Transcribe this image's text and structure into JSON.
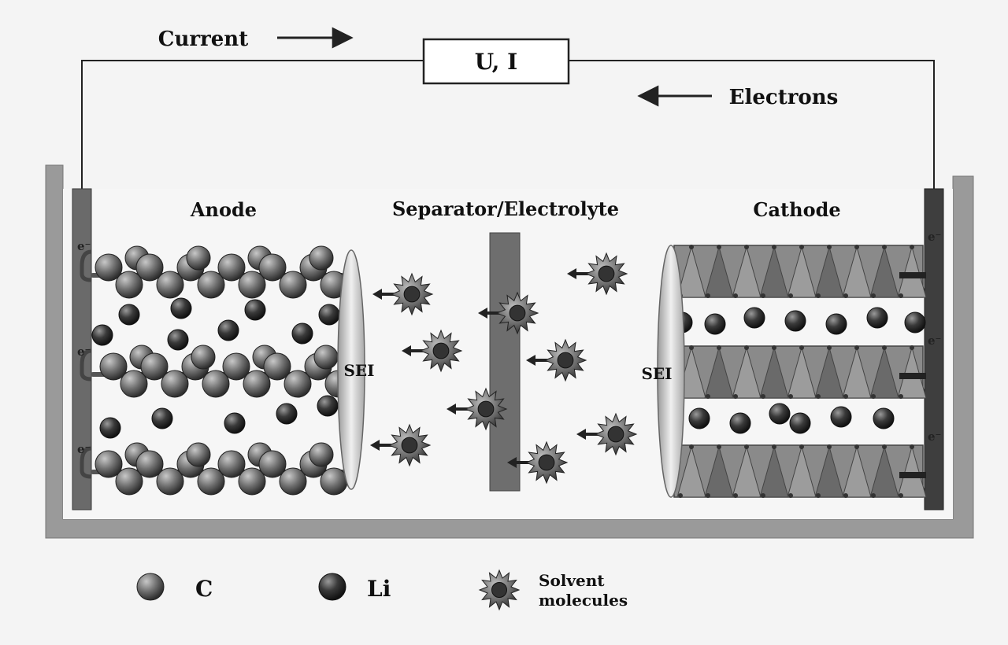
{
  "circuit": {
    "current_label": "Current",
    "meter_label": "U, I",
    "electrons_label": "Electrons"
  },
  "cell": {
    "anode_label": "Anode",
    "separator_label": "Separator/Electrolyte",
    "cathode_label": "Cathode",
    "sei_left_label": "SEI",
    "sei_right_label": "SEI",
    "electron_symbol": "e⁻"
  },
  "legend": {
    "carbon_label": "C",
    "lithium_label": "Li",
    "solvent_label_line1": "Solvent",
    "solvent_label_line2": "molecules"
  },
  "colors": {
    "wire": "#222222",
    "container": "#9a9a9a",
    "collector": "#5a5a5a",
    "carbon": "#6f6f6f",
    "lithium": "#3a3a3a",
    "cathode_layer": "#7d7d7d",
    "solvent": "#707070",
    "sei": "#d9d9d9"
  }
}
